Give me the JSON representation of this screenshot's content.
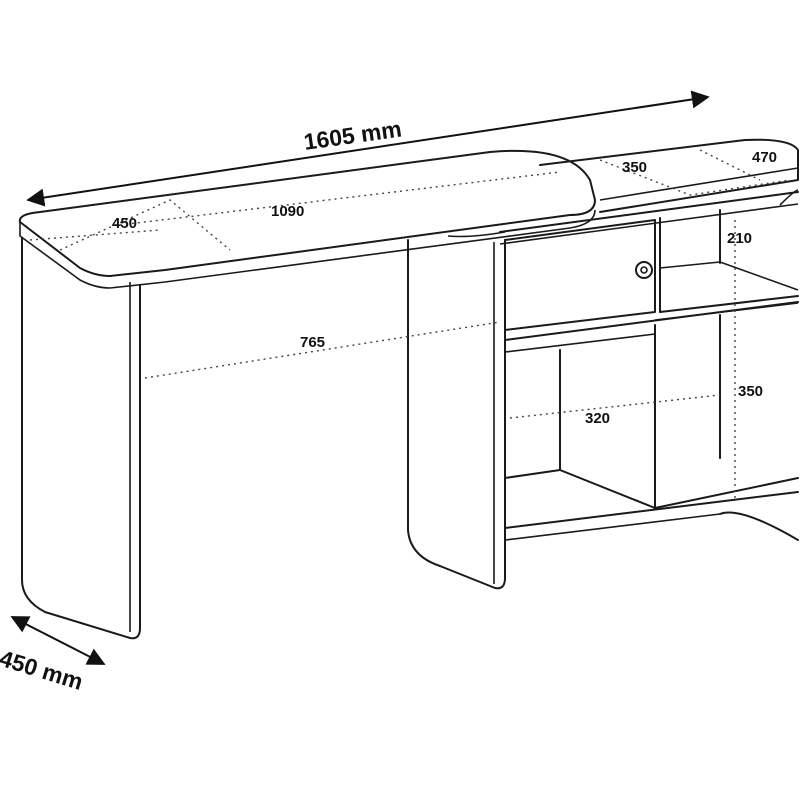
{
  "diagram": {
    "overall_width": "1605 mm",
    "overall_depth": "450 mm",
    "top_depth": "450",
    "top_length": "1090",
    "height": "765",
    "cabinet_width": "350",
    "cabinet_depth": "470",
    "drawer_height": "210",
    "niche_height": "350",
    "niche_width": "320"
  }
}
